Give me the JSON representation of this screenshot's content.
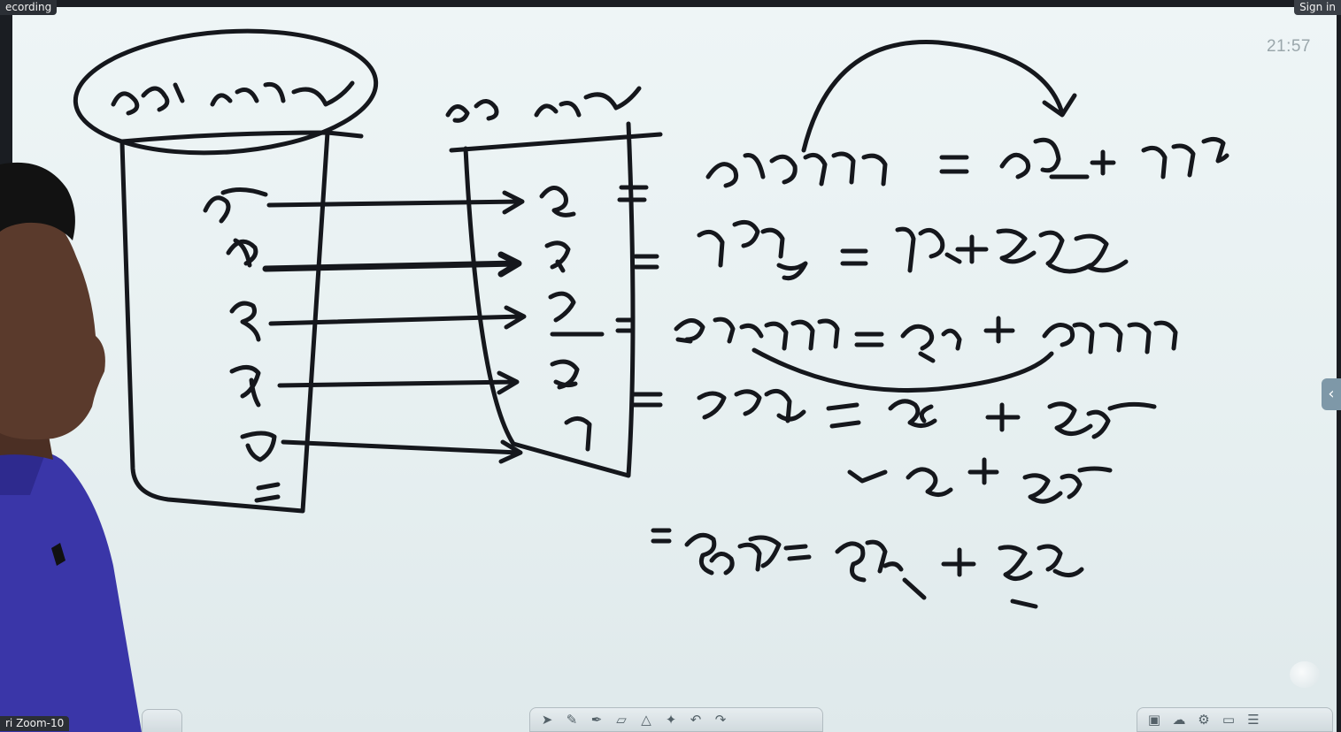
{
  "overlay": {
    "recording_label": "ecording",
    "signin_label": "Sign in",
    "participant_label": "ri Zoom-10",
    "timer": "21:57"
  },
  "colors": {
    "board": "#e9f2f3",
    "ink": "#15171c",
    "shirt": "#3a36a8",
    "skin": "#5a3a2c",
    "hair": "#121212"
  },
  "icons": {
    "side_tab": "chevron-left-icon",
    "tools_center": [
      "pointer-icon",
      "pen-icon",
      "highlighter-icon",
      "eraser-icon",
      "shape-icon",
      "laser-icon",
      "undo-icon",
      "redo-icon"
    ],
    "tools_right": [
      "image-icon",
      "cloud-icon",
      "settings-icon",
      "page-icon",
      "menu-icon"
    ]
  }
}
